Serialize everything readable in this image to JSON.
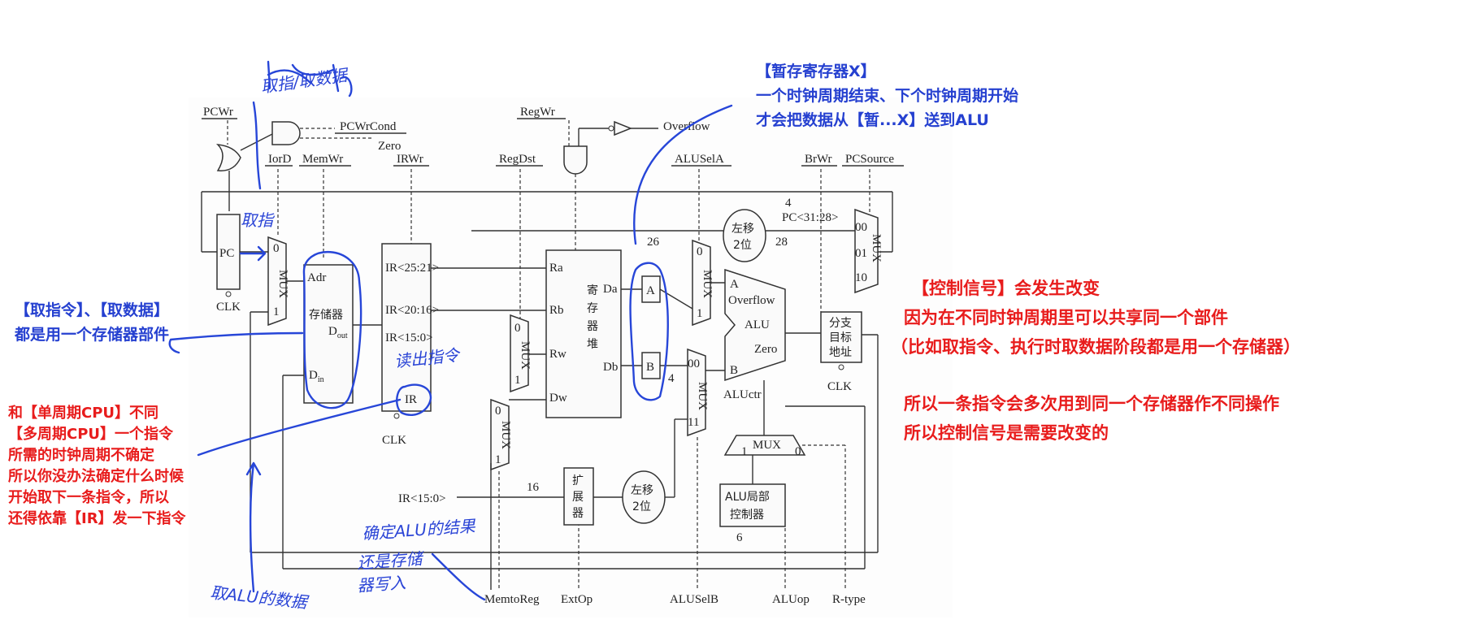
{
  "signals": {
    "pcwr": "PCWr",
    "pcwrcond": "PCWrCond",
    "zero": "Zero",
    "iord": "IorD",
    "memwr": "MemWr",
    "irwr": "IRWr",
    "regwr": "RegWr",
    "overflow_in": "Overflow",
    "regdst": "RegDst",
    "aluselA": "ALUSelA",
    "brwr": "BrWr",
    "pcsource": "PCSource",
    "memtoreg": "MemtoReg",
    "extop": "ExtOp",
    "aluselB": "ALUSelB",
    "aluop": "ALUop",
    "rtype": "R-type"
  },
  "blocks": {
    "pc": "PC",
    "clk": "CLK",
    "mux": "MUX",
    "adr": "Adr",
    "memory": "存储器",
    "dout": "D",
    "dout_sub": "out",
    "din": "D",
    "din_sub": "in",
    "ir_25_21": "IR<25:21>",
    "ir_20_16": "IR<20:16>",
    "ir_15_0": "IR<15:0>",
    "ir": "IR",
    "ir_15_0_ext": "IR<15:0>",
    "ra": "Ra",
    "rb": "Rb",
    "rw": "Rw",
    "dw": "Dw",
    "regfile": [
      "寄",
      "存",
      "器",
      "堆"
    ],
    "da": "Da",
    "db": "Db",
    "reg_a": "A",
    "reg_b": "B",
    "shift1": [
      "左移",
      "2位"
    ],
    "shift2": [
      "左移",
      "2位"
    ],
    "pc_31_28": "PC<31:28>",
    "alu_a": "A",
    "alu_overflow": "Overflow",
    "alu": "ALU",
    "alu_zero": "Zero",
    "alu_b": "B",
    "aluctr": "ALUctr",
    "branch": [
      "分支",
      "目标",
      "地址"
    ],
    "ext": [
      "扩",
      "展",
      "器"
    ],
    "alu_ctrl": [
      "ALU局部",
      "控制器"
    ],
    "num_0": "0",
    "num_1": "1",
    "num_00": "00",
    "num_01": "01",
    "num_10": "10",
    "num_11": "11",
    "num_4": "4",
    "num_26": "26",
    "num_28": "28",
    "num_16": "16",
    "num_6": "6",
    "num_4b": "4"
  },
  "annotations": {
    "buffer_title": "【暂存寄存器X】",
    "buffer_line1": "一个时钟周期结束、下个时钟周期开始",
    "buffer_line2": "才会把数据从【暂...X】送到ALU",
    "fetch_line1": "【取指令】、【取数据】",
    "fetch_line2": "都是用一个存储器部件",
    "multi_line1": "和【单周期CPU】不同",
    "multi_line2": "【多周期CPU】一个指令",
    "multi_line3": "所需的时钟周期不确定",
    "multi_line4": "所以你没办法确定什么时候",
    "multi_line5": "开始取下一条指令，所以",
    "multi_line6": "还得依靠【IR】发一下指令",
    "ctrl_line1": "【控制信号】会发生改变",
    "ctrl_line2": "因为在不同时钟周期里可以共享同一个部件",
    "ctrl_line3": "（比如取指令、执行时取数据阶段都是用一个存储器）",
    "ctrl_line4": "所以一条指令会多次用到同一个存储器作不同操作",
    "ctrl_line5": "所以控制信号是需要改变的",
    "hand_fetch_data": "取指/取数据",
    "hand_fetch": "取指",
    "hand_read": "读出指令",
    "hand_alu_data": "取ALU的数据",
    "hand_decide1": "确定ALU的结果",
    "hand_decide2": "还是存储",
    "hand_decide3": "器写入"
  }
}
